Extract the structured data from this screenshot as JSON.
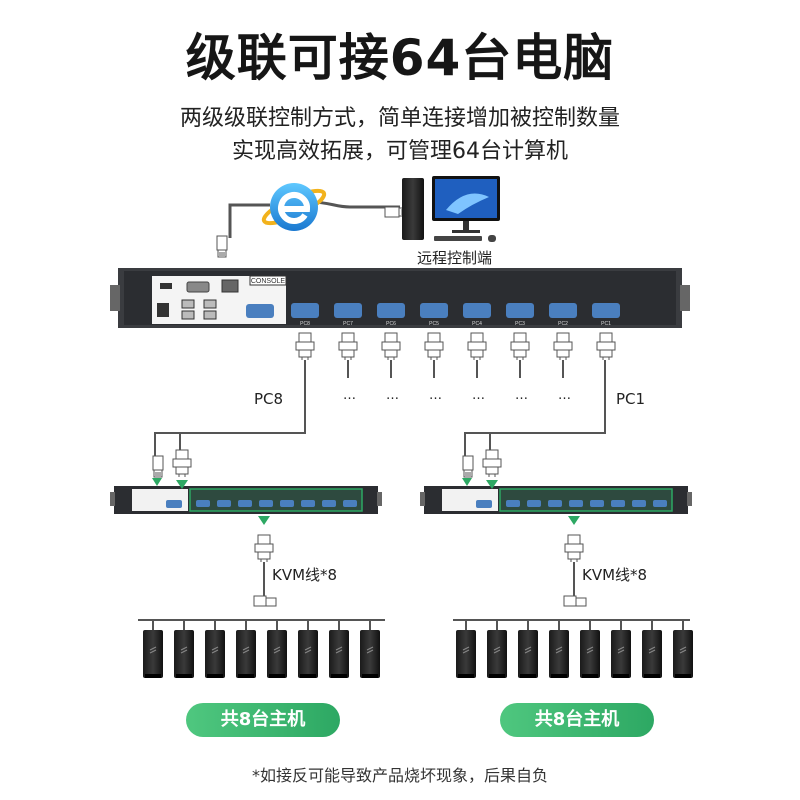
{
  "title": "级联可接64台电脑",
  "subtitle_line1": "两级级联控制方式，简单连接增加被控制数量",
  "subtitle_line2": "实现高效拓展，可管理64台计算机",
  "remote_label": "远程控制端",
  "console_label": "CONSOLE",
  "port_labels": [
    "PC8",
    "PC7",
    "PC6",
    "PC5",
    "PC4",
    "PC3",
    "PC2",
    "PC1"
  ],
  "left_branch_label": "PC8",
  "right_branch_label": "PC1",
  "ellipsis": "…",
  "kvm_cable_label": "KVM线*8",
  "hosts_badge": "共8台主机",
  "footnote": "*如接反可能导致产品烧坏现象，后果自负",
  "colors": {
    "accent": "#2da863",
    "device": "#2b2d31",
    "vga": "#4a7fbf",
    "ie": "#1d8fe0"
  }
}
